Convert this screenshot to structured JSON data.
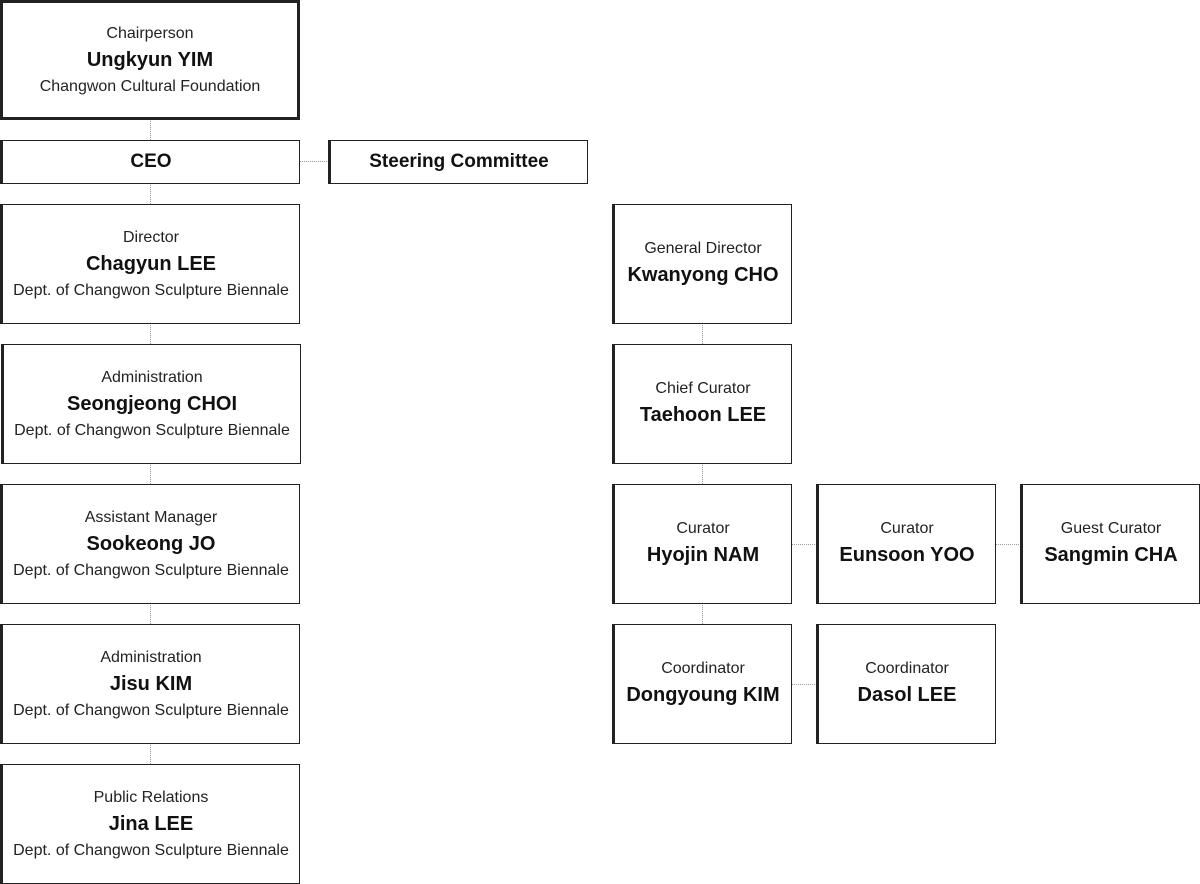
{
  "chairperson": {
    "role": "Chairperson",
    "name": "Ungkyun YIM",
    "org": "Changwon Cultural Foundation"
  },
  "ceo": {
    "label": "CEO"
  },
  "steering": {
    "label": "Steering Committee"
  },
  "left_column": [
    {
      "role": "Director",
      "name": "Chagyun LEE",
      "dept": "Dept. of Changwon Sculpture Biennale"
    },
    {
      "role": "Administration",
      "name": "Seongjeong CHOI",
      "dept": "Dept. of Changwon Sculpture Biennale"
    },
    {
      "role": "Assistant Manager",
      "name": "Sookeong JO",
      "dept": "Dept. of Changwon Sculpture Biennale"
    },
    {
      "role": "Administration",
      "name": "Jisu KIM",
      "dept": "Dept. of Changwon Sculpture Biennale"
    },
    {
      "role": "Public Relations",
      "name": "Jina LEE",
      "dept": "Dept. of Changwon Sculpture Biennale"
    }
  ],
  "general_director": {
    "role": "General Director",
    "name": "Kwanyong CHO"
  },
  "chief_curator": {
    "role": "Chief Curator",
    "name": "Taehoon LEE"
  },
  "curators": [
    {
      "role": "Curator",
      "name": "Hyojin NAM"
    },
    {
      "role": "Curator",
      "name": "Eunsoon YOO"
    },
    {
      "role": "Guest Curator",
      "name": "Sangmin CHA"
    }
  ],
  "coordinators": [
    {
      "role": "Coordinator",
      "name": "Dongyoung KIM"
    },
    {
      "role": "Coordinator",
      "name": "Dasol LEE"
    }
  ]
}
